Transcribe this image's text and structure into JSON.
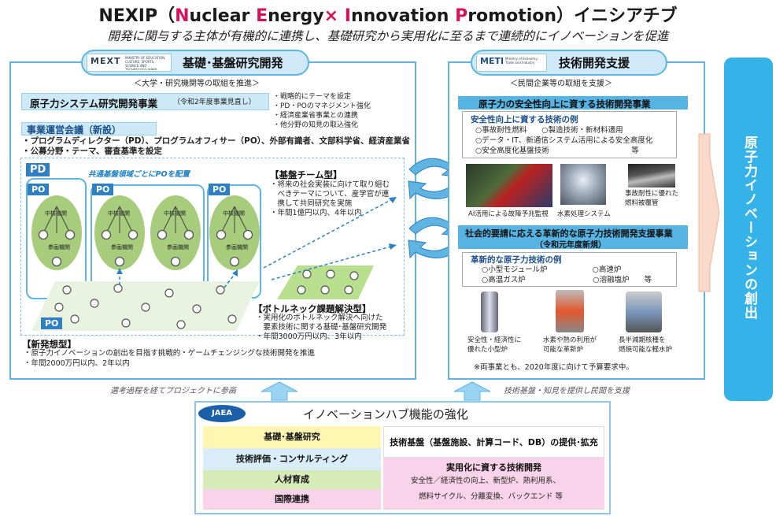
{
  "header": {
    "title_pre": "NEXIP（",
    "title_n": "N",
    "title_uclear": "uclear ",
    "title_e": "E",
    "title_nergy": "nergy",
    "title_x": "×",
    "title_i": "I",
    "title_nnovation": "nnovation ",
    "title_p": "P",
    "title_romotion": "romotion",
    "title_post": "）イニシアチブ",
    "subtitle": "開発に関与する主体が有機的に連携し、基礎研究から実用化に至るまで連続的にイノベーションを促進"
  },
  "mext": {
    "logo": "MEXT",
    "logo_sub": "MINISTRY OF EDUCATION, CULTURE, SPORTS, SCIENCE AND TECHNOLOGY-JAPAN",
    "title": "基礎･基盤研究開発",
    "sub": "＜大学・研究機関等の取組を推進＞",
    "project": "原子力システム研究開発事業",
    "project_note": "（令和2年度事業見直し）",
    "bullets": [
      "・戦略的にテーマを設定",
      "・PD・POのマネジメント強化",
      "・経済産業省事業との連携",
      "・他分野の知見の取込強化"
    ],
    "council": "事業運営会議（新設）",
    "council_lines": [
      "・プログラムディレクター（PD）、プログラムオフィサー（PO）、外部有識者、文部科学省、経済産業省",
      "・公募分野・テーマ、審査基準を設定"
    ],
    "pd": "PD",
    "po": "PO",
    "po_note": "共通基盤領域ごとにPOを配置",
    "oval_top": "中核機関",
    "oval_bottom": "参画機関",
    "kiban_title": "【基盤チーム型】",
    "kiban_lines": [
      "・将来の社会実装に向けて取り組む",
      "　べきテーマについて、産学官が連",
      "　携して共同研究を実施",
      "・年間1億円以内、4年以内"
    ],
    "bottleneck_title": "【ボトルネック課題解決型】",
    "bottleneck_lines": [
      "・実用化のボトルネック解決へ向けた",
      "　要素技術に関する基礎･基盤研究開発",
      "・年間3000万円以内、3年以内"
    ],
    "new_title": "【新発想型】",
    "new_lines": [
      "・原子力イノベーションの創出を目指す挑戦的・ゲームチェンジングな技術開発を推進",
      "・年間2000万円以内、2年以内"
    ]
  },
  "meti": {
    "logo": "METI",
    "logo_sub": "Ministry of Economy, Trade and Industry",
    "title": "技術開発支援",
    "sub": "＜民間企業等の取組を支援＞",
    "band1": "原子力の安全性向上に資する技術開発事業",
    "safety_title": "安全性向上に資する技術の例",
    "safety_lines": [
      "○事故耐性燃料　　○製造技術・新材料適用",
      "○データ・IT、新通信システム活用による安全高度化",
      "○安全高度化基盤技術　　　　　　　　　　　等"
    ],
    "photo1_caption": "AI活用による故障予兆監視",
    "photo2_caption": "水素処理システム",
    "photo3_caption": "事故耐性に優れた燃料被覆管",
    "band2_line1": "社会的要請に応える革新的な原子力技術開発支援事業",
    "band2_line2": "（令和元年度新規）",
    "innov_title": "革新的な原子力技術の例",
    "innov_lines": [
      "○小型モジュール炉　　　　　　○高速炉",
      "○高温ガス炉　　　　　　　　　○溶融塩炉　　等"
    ],
    "cap1": [
      "安全性・経済性に",
      "優れた小型炉"
    ],
    "cap2": [
      "水素や熱の利用が",
      "可能な革新炉"
    ],
    "cap3": [
      "長半減期核種を",
      "燃焼可能な軽水炉"
    ],
    "note": "※両事業とも、2020年度に向けて予算要求中。"
  },
  "right_arrow": "原子力イノベーションの創出",
  "flow": {
    "left": "選考過程を経てプロジェクトに参画",
    "right": "技術基盤・知見を提供し民間を支援"
  },
  "jaea": {
    "logo": "JAEA",
    "title": "イノベーションハブ機能の強化",
    "left": [
      "基礎･基盤研究",
      "技術評価・コンサルティング",
      "人材育成",
      "国際連携"
    ],
    "right_top": "技術基盤（基盤施設、計算コード、DB）の提供･拡充",
    "right_mid": "実用化に資する技術開発",
    "right_lines": [
      "安全性／経済性の向上、新型炉、熱利用系、",
      "燃料サイクル、分離変換、バックエンド 等"
    ]
  },
  "colors": {
    "accent_blue": "#5fb4e2",
    "title_red": "#d4145a",
    "oval_green": "#a6cc7c",
    "arrow_blue": "#1b9ed8",
    "jaea_yellow": "#fff6b3",
    "jaea_blue": "#d9ecf8",
    "jaea_green": "#d7ebb9",
    "jaea_pink": "#f9d3ea"
  }
}
